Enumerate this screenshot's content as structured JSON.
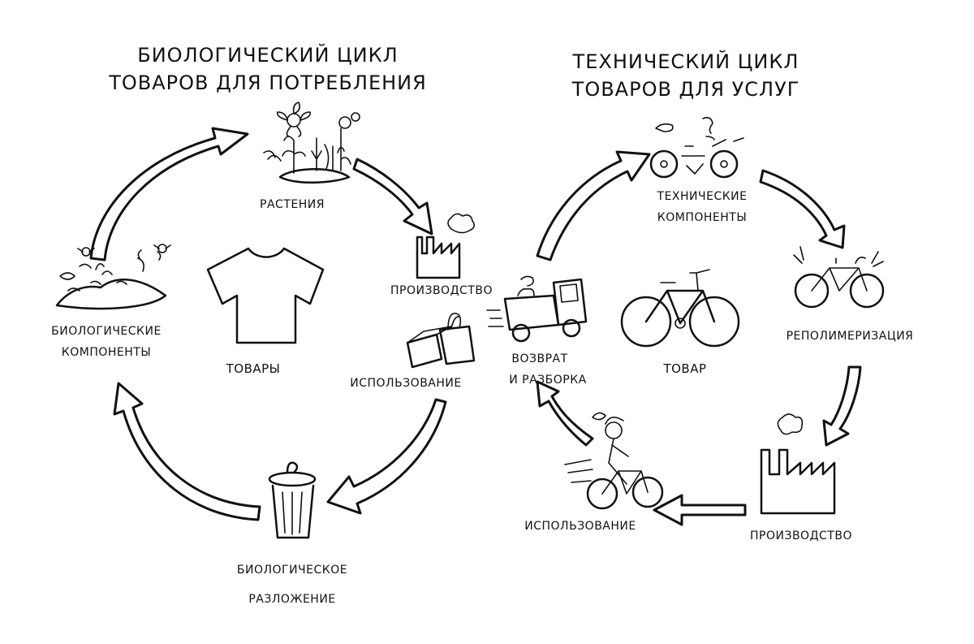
{
  "biological_cycle": {
    "title_line1": "БИОЛОГИЧЕСКИЙ ЦИКЛ",
    "title_line2": "ТОВАРОВ ДЛЯ ПОТРЕБЛЕНИЯ",
    "steps": {
      "plants": "РАСТЕНИЯ",
      "production": "ПРОИЗВОДСТВО",
      "use": "ИСПОЛЬЗОВАНИЕ",
      "decomposition_line1": "БИОЛОГИЧЕСКОЕ",
      "decomposition_line2": "РАЗЛОЖЕНИЕ",
      "components_line1": "БИОЛОГИЧЕСКИЕ",
      "components_line2": "КОМПОНЕНТЫ"
    },
    "center_label": "ТОВАРЫ",
    "icons": [
      "plants-icon",
      "factory-icon",
      "shopping-bags-icon",
      "trash-can-icon",
      "compost-icon",
      "t-shirt-icon"
    ]
  },
  "technical_cycle": {
    "title_line1": "ТЕХНИЧЕСКИЙ ЦИКЛ",
    "title_line2": "ТОВАРОВ ДЛЯ УСЛУГ",
    "steps": {
      "components_line1": "ТЕХНИЧЕСКИЕ",
      "components_line2": "КОМПОНЕНТЫ",
      "repolymerization": "РЕПОЛИМЕРИЗАЦИЯ",
      "production": "ПРОИЗВОДСТВО",
      "use": "ИСПОЛЬЗОВАНИЕ",
      "return_line1": "ВОЗВРАТ",
      "return_line2": "И РАЗБОРКА"
    },
    "center_label": "ТОВАР",
    "icons": [
      "bike-parts-icon",
      "bicycle-icon",
      "factory-icon",
      "cyclist-icon",
      "delivery-truck-icon"
    ]
  },
  "colors": {
    "ink": "#111111",
    "background": "#ffffff"
  }
}
